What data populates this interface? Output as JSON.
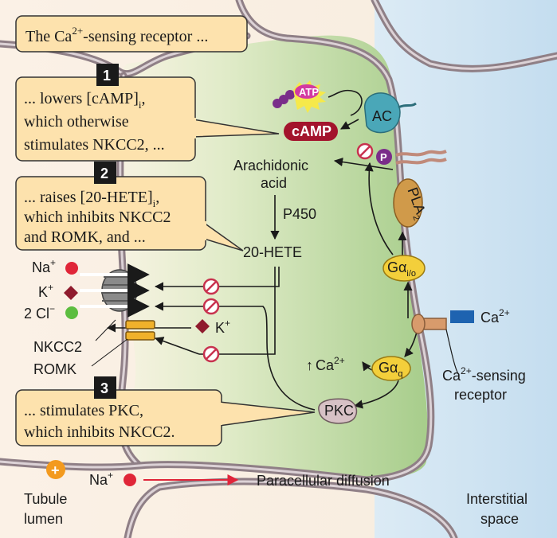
{
  "callouts": {
    "intro": {
      "pre": "The Ca",
      "sup": "2+",
      "post": "-sensing receptor ..."
    },
    "step1": {
      "number": "1",
      "line1_pre": "... lowers [cAMP]",
      "line1_sub": "i",
      "line1_post": ",",
      "line2": "which otherwise",
      "line3": "stimulates NKCC2, ..."
    },
    "step2": {
      "number": "2",
      "line1_pre": "... raises [20-HETE]",
      "line1_sub": "i",
      "line1_post": ",",
      "line2": "which inhibits NKCC2",
      "line3": "and ROMK, and ..."
    },
    "step3": {
      "number": "3",
      "line1": "... stimulates PKC,",
      "line2": "which inhibits NKCC2."
    }
  },
  "labels": {
    "arachidonic_1": "Arachidonic",
    "arachidonic_2": "acid",
    "p450": "P450",
    "hete": "20-HETE",
    "camp": "cAMP",
    "atp": "ATP",
    "ac": "AC",
    "p": "P",
    "pla2": "PLA",
    "pla2_sub": "2",
    "gi": "Gα",
    "gi_sub": "i/o",
    "gq": "Gα",
    "gq_sub": "q",
    "pkc": "PKC",
    "ca_arrow": "↑",
    "ca": "Ca",
    "ca_sup": "2+",
    "ca_ext": "Ca",
    "ca_ext_sup": "2+",
    "casr_1_pre": "Ca",
    "casr_1_sup": "2+",
    "casr_1_post": "-sensing",
    "casr_2": "receptor",
    "na": "Na",
    "na_sup": "+",
    "k": "K",
    "k_sup": "+",
    "cl": "2 Cl",
    "cl_sup": "−",
    "k_romk": "K",
    "k_romk_sup": "+",
    "nkcc2": "NKCC2",
    "romk": "ROMK",
    "na_para": "Na",
    "na_para_sup": "+",
    "paracellular": "Paracellular diffusion",
    "plus": "+",
    "tubule_1": "Tubule",
    "tubule_2": "lumen",
    "interstitial_1": "Interstitial",
    "interstitial_2": "space"
  },
  "colors": {
    "callout_fill": "#fde2ad",
    "cell_fill": "#a9cf8e",
    "membrane": "#8f7f86",
    "interstitial": "#cfe4f2",
    "camp": "#a3132c",
    "inhibit": "#c8324e",
    "na_dot": "#e02638",
    "k_diamond": "#8f1b2d",
    "cl_dot": "#5cbd3f",
    "ac": "#4aa7b8",
    "pla2": "#d09a4a",
    "g_protein": "#f3cf3b",
    "pkc": "#d7c1c5",
    "receptor": "#d89b6c",
    "ca_square": "#1e63b0",
    "plus": "#f39a1e",
    "para_arrow": "#e0243a"
  }
}
